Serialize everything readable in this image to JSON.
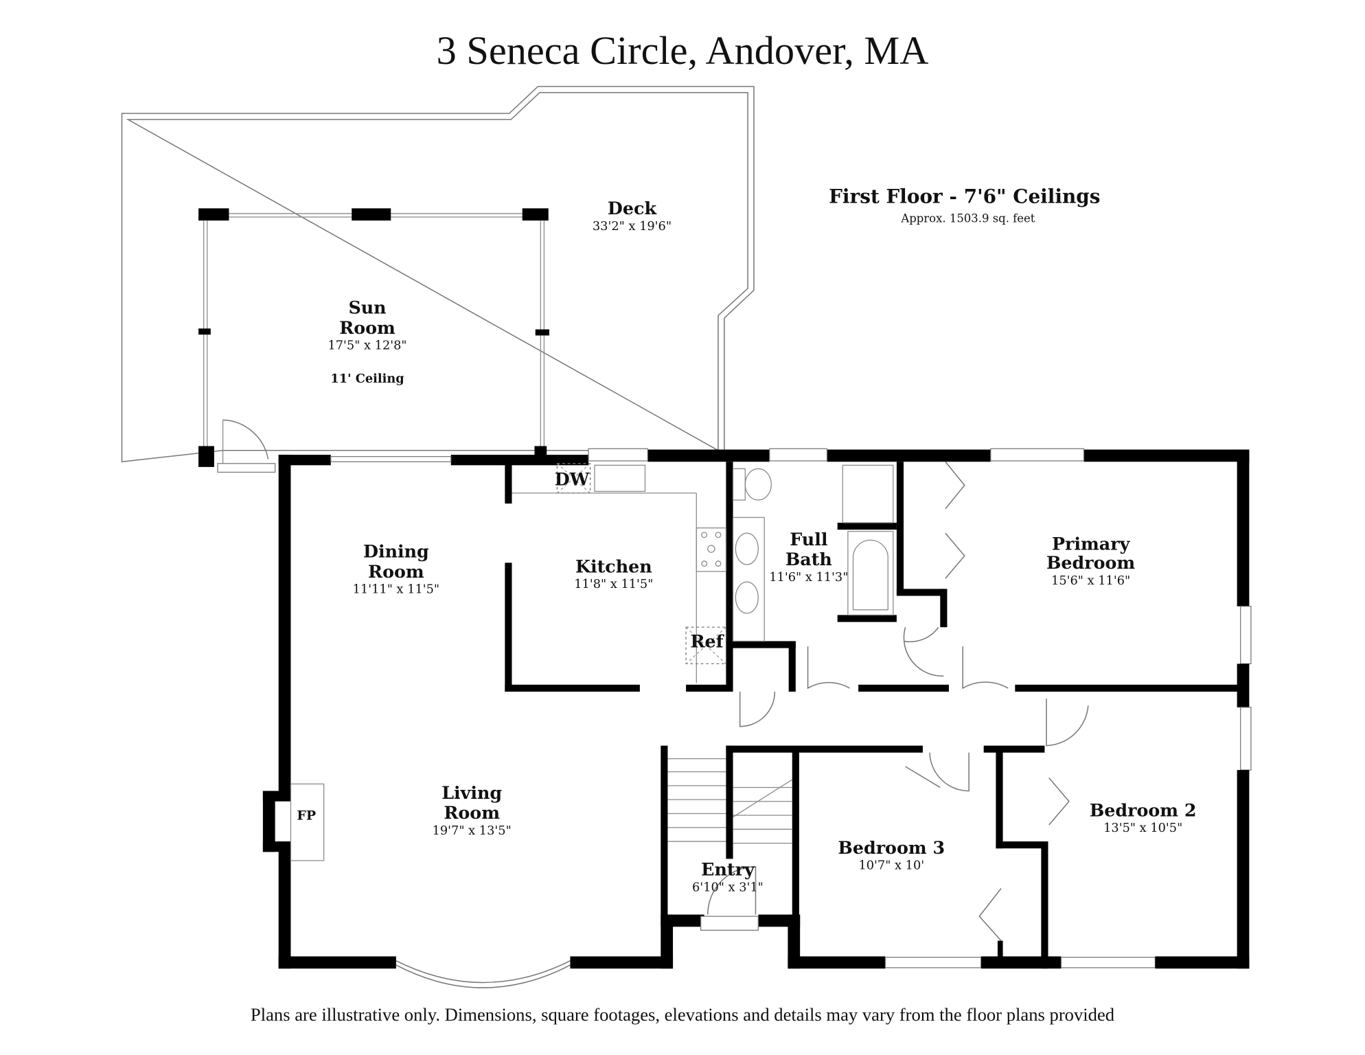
{
  "title": "3 Seneca Circle, Andover, MA",
  "floor": {
    "heading": "First Floor - 7'6\" Ceilings",
    "area": "Approx. 1503.9 sq. feet"
  },
  "rooms": {
    "deck": {
      "name": "Deck",
      "dims": "33'2\" x 19'6\""
    },
    "sun_room": {
      "name_line1": "Sun",
      "name_line2": "Room",
      "dims": "17'5\" x 12'8\"",
      "note": "11' Ceiling"
    },
    "dining_room": {
      "name_line1": "Dining",
      "name_line2": "Room",
      "dims": "11'11\" x 11'5\""
    },
    "kitchen": {
      "name": "Kitchen",
      "dims": "11'8\" x 11'5\""
    },
    "full_bath": {
      "name_line1": "Full",
      "name_line2": "Bath",
      "dims": "11'6\" x 11'3\""
    },
    "primary_bedroom": {
      "name_line1": "Primary",
      "name_line2": "Bedroom",
      "dims": "15'6\" x 11'6\""
    },
    "living_room": {
      "name_line1": "Living",
      "name_line2": "Room",
      "dims": "19'7\" x 13'5\""
    },
    "entry": {
      "name": "Entry",
      "dims": "6'10\" x 3'1\""
    },
    "bedroom_3": {
      "name": "Bedroom 3",
      "dims": "10'7\" x 10'"
    },
    "bedroom_2": {
      "name": "Bedroom 2",
      "dims": "13'5\" x 10'5\""
    }
  },
  "fixtures": {
    "dishwasher": "DW",
    "refrigerator": "Ref",
    "fireplace": "FP"
  },
  "disclaimer": "Plans are illustrative only. Dimensions, square footages, elevations and details may vary from the floor plans provided"
}
